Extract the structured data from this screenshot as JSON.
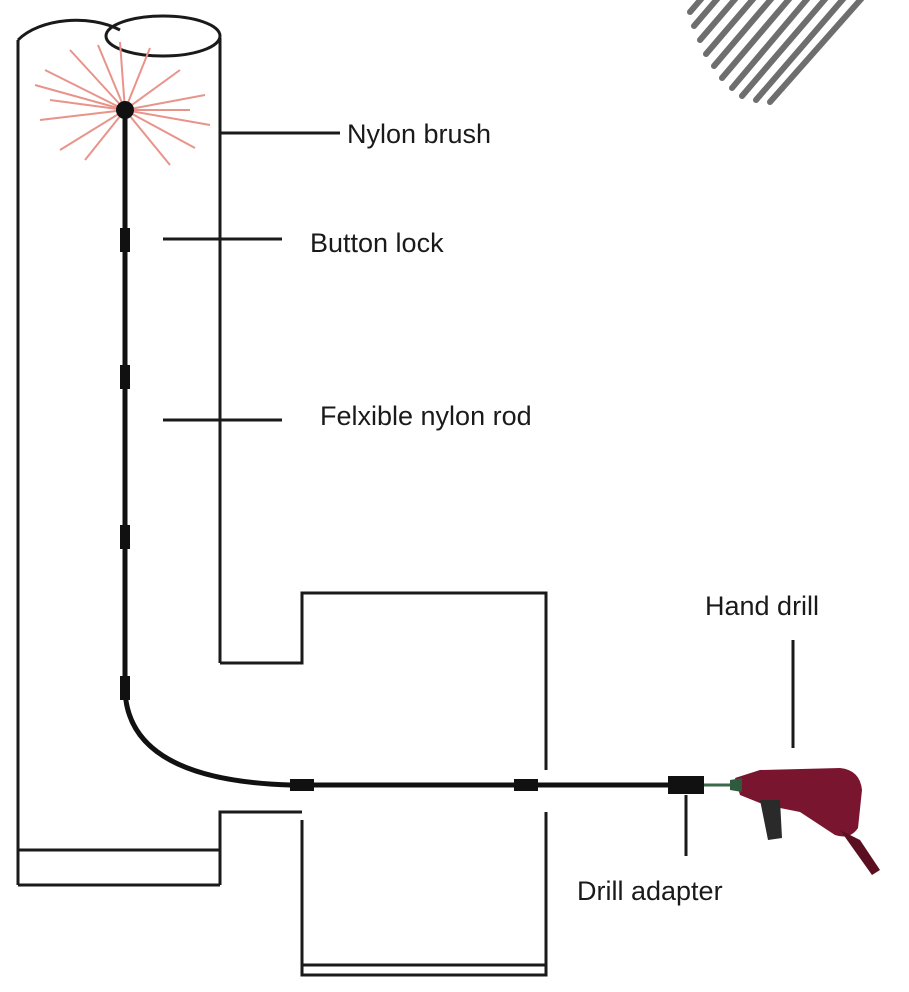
{
  "diagram": {
    "labels": {
      "nylon_brush": "Nylon brush",
      "button_lock": "Button lock",
      "flexible_rod": "Felxible nylon rod",
      "hand_drill": "Hand drill",
      "drill_adapter": "Drill adapter"
    },
    "colors": {
      "outline": "#1a1a1a",
      "rod": "#111111",
      "brush_bristles": "#e8948a",
      "drill_body": "#7a1530",
      "drill_handle": "#2a2a2a",
      "rods_bundle": "#6e6e6e"
    },
    "icons": {
      "brush": "nylon-brush-icon",
      "drill": "hand-drill-icon",
      "rods": "rod-bundle-icon"
    }
  }
}
